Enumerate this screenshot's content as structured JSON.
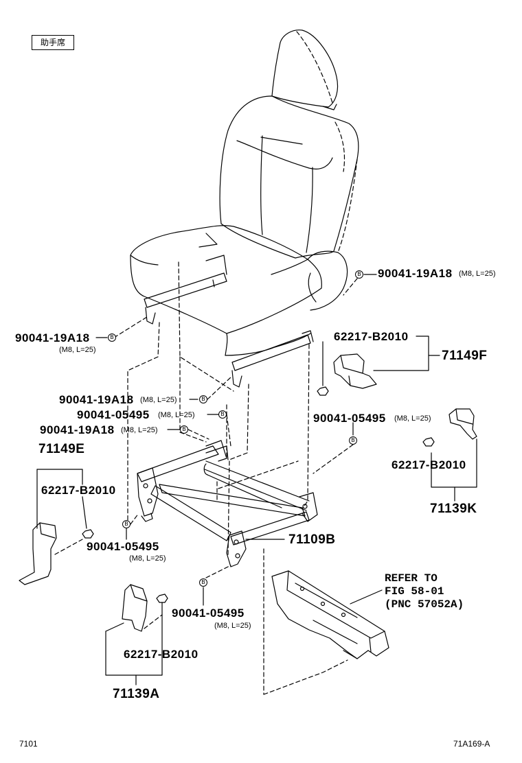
{
  "side_label": "助手席",
  "marker": "B",
  "spec_m8": "(M8, L=25)",
  "parts": {
    "bolt_19a18": "90041-19A18",
    "bolt_05495": "90041-05495",
    "nut_b2010": "62217-B2010",
    "cover_71149f": "71149F",
    "cover_71149e": "71149E",
    "cover_71139k": "71139K",
    "cover_71139a": "71139A",
    "frame_71109b": "71109B"
  },
  "refer": {
    "line1": "REFER TO",
    "line2": "FIG 58-01",
    "line3": "(PNC 57052A)"
  },
  "footer": {
    "left": "7101",
    "right": "71A169-A"
  }
}
